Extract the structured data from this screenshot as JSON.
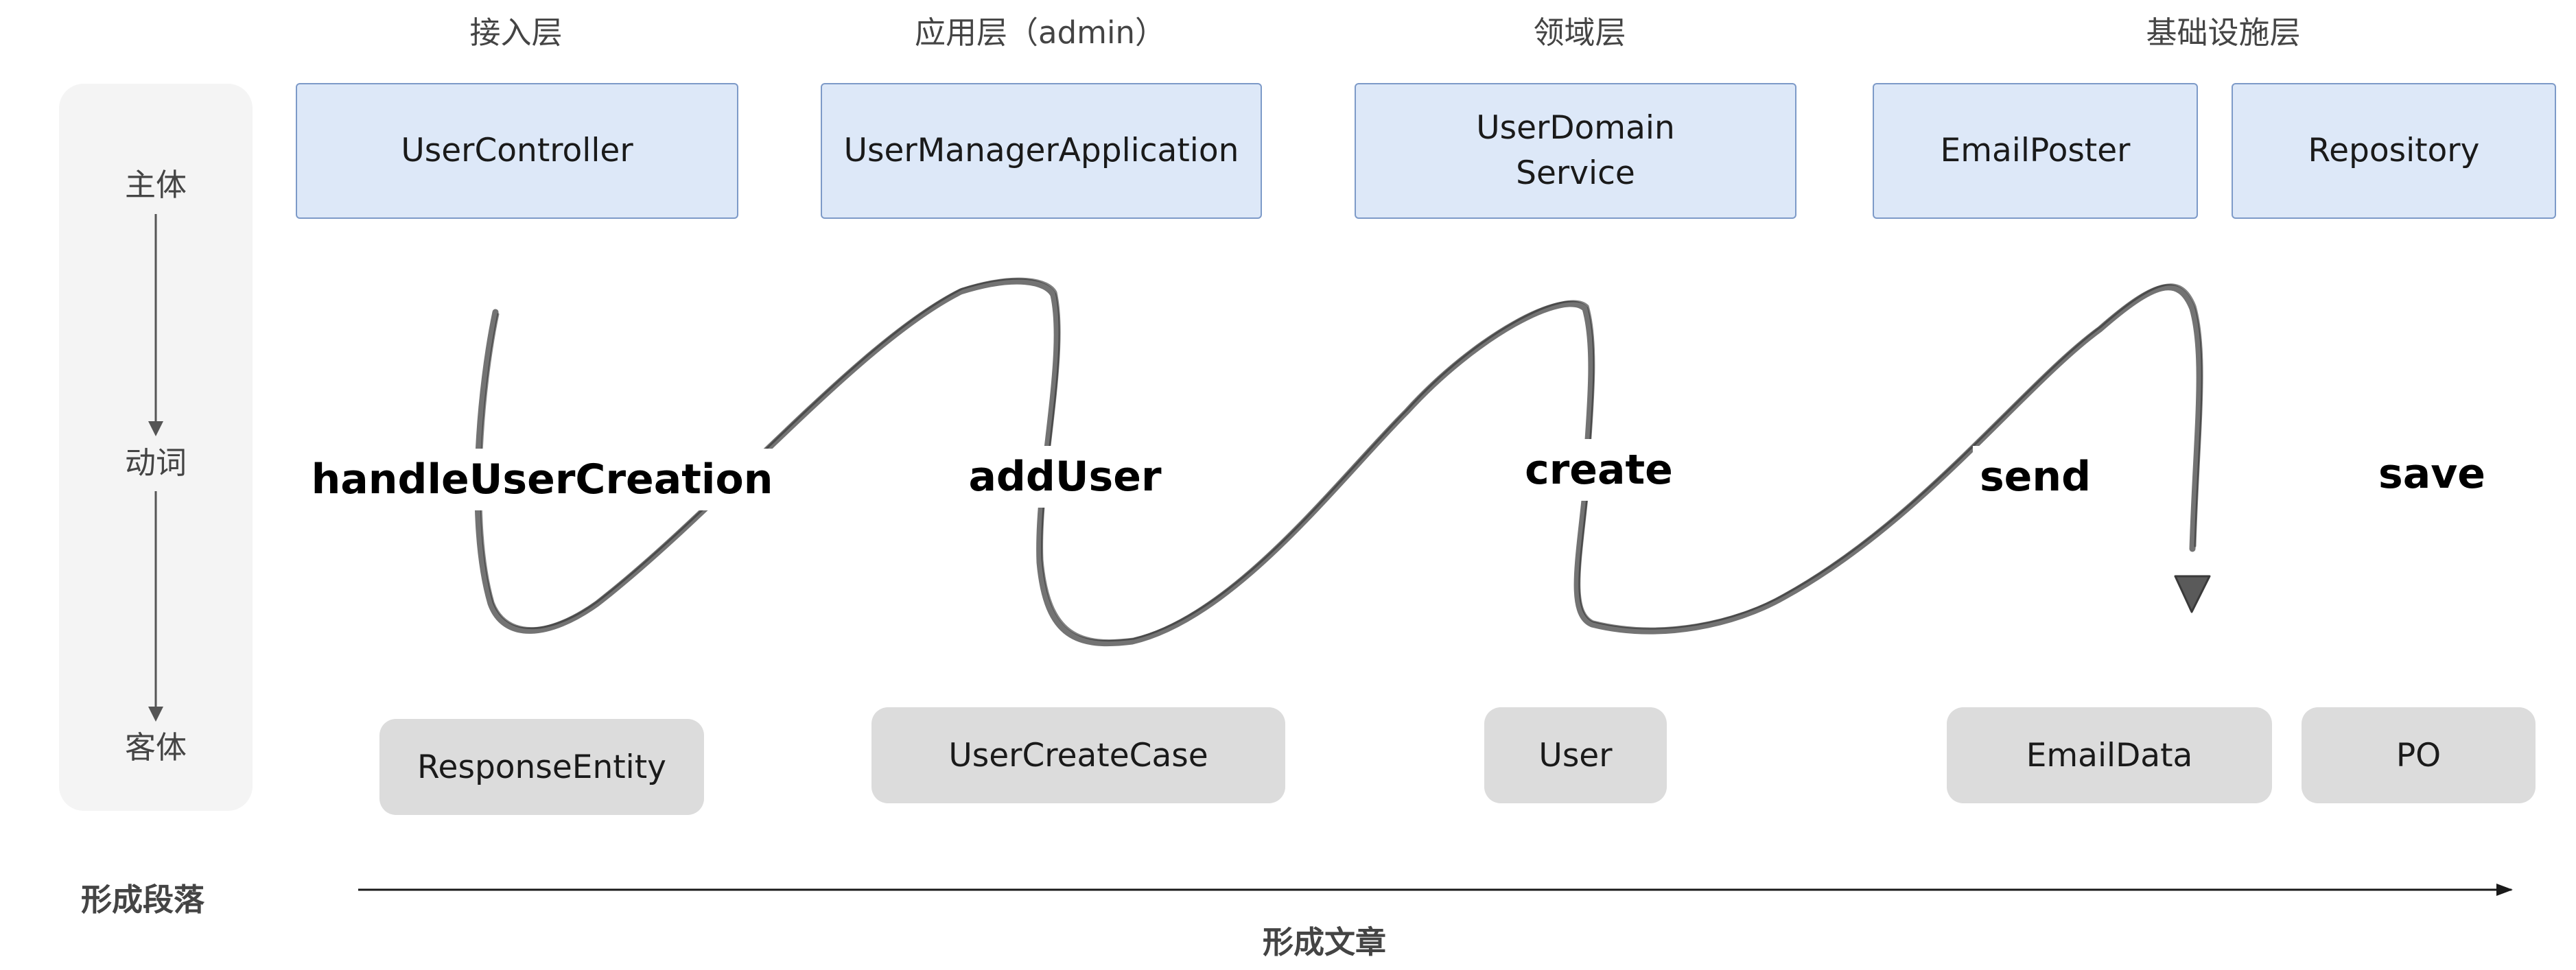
{
  "layers": [
    {
      "title": "接入层"
    },
    {
      "title": "应用层（admin）"
    },
    {
      "title": "领域层"
    },
    {
      "title": "基础设施层"
    }
  ],
  "side": {
    "subject": "主体",
    "verb": "动词",
    "object": "客体"
  },
  "subjects": [
    {
      "label": "UserController"
    },
    {
      "label": "UserManagerApplication"
    },
    {
      "label": "UserDomain\nService"
    },
    {
      "label": "EmailPoster"
    },
    {
      "label": "Repository"
    }
  ],
  "verbs": [
    {
      "label": "handleUserCreation"
    },
    {
      "label": "addUser"
    },
    {
      "label": "create"
    },
    {
      "label": "send"
    },
    {
      "label": "save"
    }
  ],
  "objects": [
    {
      "label": "ResponseEntity"
    },
    {
      "label": "UserCreateCase"
    },
    {
      "label": "User"
    },
    {
      "label": "EmailData"
    },
    {
      "label": "PO"
    }
  ],
  "footer": {
    "paragraph": "形成段落",
    "article": "形成文章"
  },
  "colors": {
    "subject_fill": "#dde8f8",
    "subject_border": "#7d9ac8",
    "object_fill": "#dcdcdc",
    "panel_fill": "#f4f4f4",
    "stroke": "#555555"
  }
}
